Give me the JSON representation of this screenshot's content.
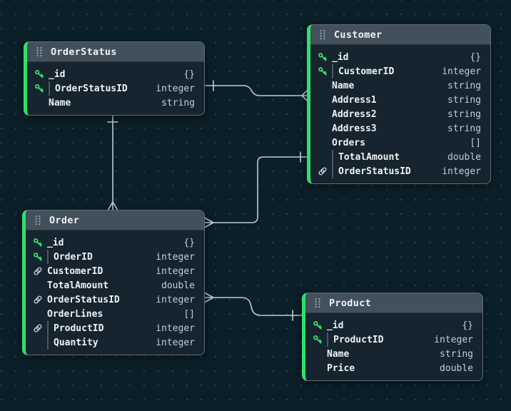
{
  "diagram": {
    "colors": {
      "bg": "#0b1f28",
      "dot": "#20404b",
      "body": "#15242e",
      "header": "#41505b",
      "text": "#eef3f6",
      "type": "#c4cfd6",
      "accent": "#2ee06c",
      "border": "#5d6d78",
      "line": "#bfccd3",
      "guide": "#485964",
      "grip": "#97a4ad"
    },
    "tables": [
      {
        "name": "OrderStatus",
        "fields": [
          {
            "name": "_id",
            "type": "{}",
            "icon": "key",
            "nested": false
          },
          {
            "name": "OrderStatusID",
            "type": "integer",
            "icon": "key",
            "nested": true
          },
          {
            "name": "Name",
            "type": "string",
            "icon": "none",
            "nested": false
          }
        ]
      },
      {
        "name": "Customer",
        "fields": [
          {
            "name": "_id",
            "type": "{}",
            "icon": "key",
            "nested": false
          },
          {
            "name": "CustomerID",
            "type": "integer",
            "icon": "key",
            "nested": true
          },
          {
            "name": "Name",
            "type": "string",
            "icon": "none",
            "nested": false
          },
          {
            "name": "Address1",
            "type": "string",
            "icon": "none",
            "nested": false
          },
          {
            "name": "Address2",
            "type": "string",
            "icon": "none",
            "nested": false
          },
          {
            "name": "Address3",
            "type": "string",
            "icon": "none",
            "nested": false
          },
          {
            "name": "Orders",
            "type": "[]",
            "icon": "none",
            "nested": false
          },
          {
            "name": "TotalAmount",
            "type": "double",
            "icon": "none",
            "nested": true
          },
          {
            "name": "OrderStatusID",
            "type": "integer",
            "icon": "link",
            "nested": true
          }
        ]
      },
      {
        "name": "Order",
        "fields": [
          {
            "name": "_id",
            "type": "{}",
            "icon": "key",
            "nested": false
          },
          {
            "name": "OrderID",
            "type": "integer",
            "icon": "key",
            "nested": true
          },
          {
            "name": "CustomerID",
            "type": "integer",
            "icon": "link",
            "nested": false
          },
          {
            "name": "TotalAmount",
            "type": "double",
            "icon": "none",
            "nested": false
          },
          {
            "name": "OrderStatusID",
            "type": "integer",
            "icon": "link",
            "nested": false
          },
          {
            "name": "OrderLines",
            "type": "[]",
            "icon": "none",
            "nested": false
          },
          {
            "name": "ProductID",
            "type": "integer",
            "icon": "link",
            "nested": true
          },
          {
            "name": "Quantity",
            "type": "integer",
            "icon": "none",
            "nested": true
          }
        ]
      },
      {
        "name": "Product",
        "fields": [
          {
            "name": "_id",
            "type": "{}",
            "icon": "key",
            "nested": false
          },
          {
            "name": "ProductID",
            "type": "integer",
            "icon": "key",
            "nested": true
          },
          {
            "name": "Name",
            "type": "string",
            "icon": "none",
            "nested": false
          },
          {
            "name": "Price",
            "type": "double",
            "icon": "none",
            "nested": false
          }
        ]
      }
    ],
    "relationships": [
      {
        "from_table": "OrderStatus",
        "from_cardinality": "one",
        "to_table": "Customer",
        "to_cardinality": "many"
      },
      {
        "from_table": "Customer",
        "from_cardinality": "one",
        "to_table": "Order",
        "to_cardinality": "many"
      },
      {
        "from_table": "OrderStatus",
        "from_cardinality": "one",
        "to_table": "Order",
        "to_cardinality": "many"
      },
      {
        "from_table": "Product",
        "from_cardinality": "one",
        "to_table": "Order",
        "to_cardinality": "many"
      }
    ]
  }
}
